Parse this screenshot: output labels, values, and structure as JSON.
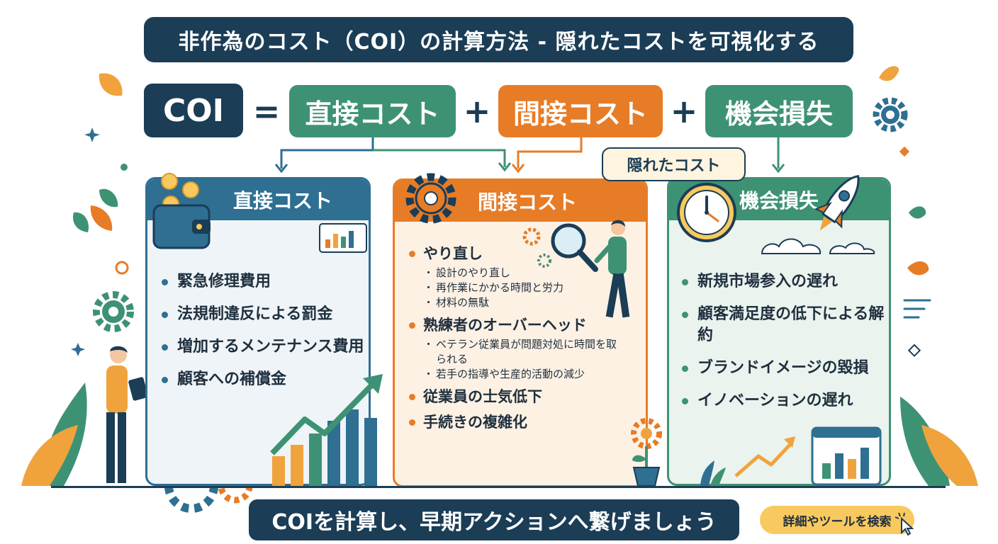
{
  "title": "非作為のコスト（COI）の計算方法 - 隠れたコストを可視化する",
  "formula": {
    "coi": "COI",
    "equals": "=",
    "plus": "+",
    "direct": "直接コスト",
    "indirect": "間接コスト",
    "opportunity": "機会損失"
  },
  "hidden_cost_label": "隠れたコスト",
  "cards": {
    "direct": {
      "title": "直接コスト",
      "items": [
        "緊急修理費用",
        "法規制違反による罰金",
        "増加するメンテナンス費用",
        "顧客への補償金"
      ]
    },
    "indirect": {
      "title": "間接コスト",
      "items": [
        {
          "label": "やり直し",
          "subs": [
            "設計のやり直し",
            "再作業にかかる時間と労力",
            "材料の無駄"
          ]
        },
        {
          "label": "熟練者のオーバーヘッド",
          "subs": [
            "ベテラン従業員が問題対処に時間を取られる",
            "若手の指導や生産的活動の減少"
          ]
        },
        {
          "label": "従業員の士気低下",
          "subs": []
        },
        {
          "label": "手続きの複雑化",
          "subs": []
        }
      ]
    },
    "opportunity": {
      "title": "機会損失",
      "items": [
        "新規市場参入の遅れ",
        "顧客満足度の低下による解約",
        "ブランドイメージの毀損",
        "イノベーションの遅れ"
      ]
    }
  },
  "bottom_message": "COIを計算し、早期アクションへ繋げましょう",
  "search_button": "詳細やツールを検索",
  "colors": {
    "navy": "#1b3d56",
    "green": "#3e9274",
    "orange": "#e77c27",
    "blue": "#2e6f92",
    "yellow": "#f8c95e"
  }
}
